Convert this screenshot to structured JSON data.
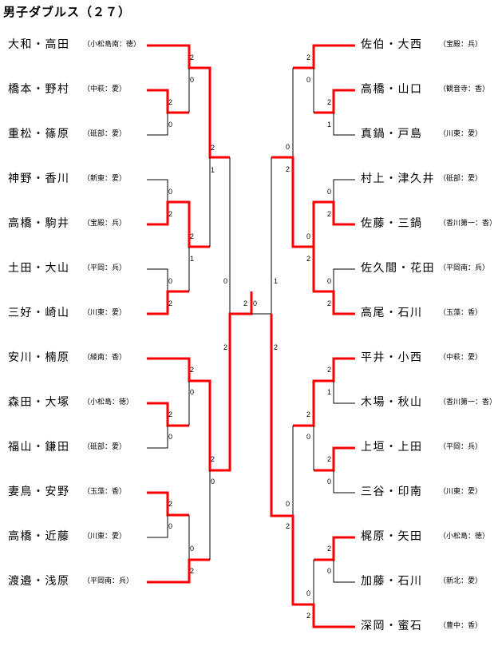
{
  "title": "男子ダブルス（２７）",
  "colors": {
    "winner_line": "#ff0000",
    "line": "#000000"
  },
  "left": [
    {
      "pair": "大和・高田",
      "school": "（小松島南：徳）"
    },
    {
      "pair": "橋本・野村",
      "school": "（中萩：愛）"
    },
    {
      "pair": "重松・篠原",
      "school": "（砥部：愛）"
    },
    {
      "pair": "神野・香川",
      "school": "（新東：愛）"
    },
    {
      "pair": "高橋・駒井",
      "school": "（宝殿：兵）"
    },
    {
      "pair": "土田・大山",
      "school": "（平岡：兵）"
    },
    {
      "pair": "三好・崎山",
      "school": "（川東：愛）"
    },
    {
      "pair": "安川・楠原",
      "school": "（綾南：香）"
    },
    {
      "pair": "森田・大塚",
      "school": "（小松島：徳）"
    },
    {
      "pair": "福山・鎌田",
      "school": "（砥部：愛）"
    },
    {
      "pair": "妻鳥・安野",
      "school": "（玉藻：香）"
    },
    {
      "pair": "高橋・近藤",
      "school": "（川東：愛）"
    },
    {
      "pair": "渡邉・浅原",
      "school": "（平岡南：兵）"
    }
  ],
  "right": [
    {
      "pair": "佐伯・大西",
      "school": "（宝殿：兵）"
    },
    {
      "pair": "高橋・山口",
      "school": "（観音寺：香）"
    },
    {
      "pair": "真鍋・戸島",
      "school": "（川東：愛）"
    },
    {
      "pair": "村上・津久井",
      "school": "（砥部：愛）"
    },
    {
      "pair": "佐藤・三鍋",
      "school": "（香川第一：香）"
    },
    {
      "pair": "佐久間・花田",
      "school": "（平岡南：兵）"
    },
    {
      "pair": "高尾・石川",
      "school": "（玉藻：香）"
    },
    {
      "pair": "平井・小西",
      "school": "（中萩：愛）"
    },
    {
      "pair": "木場・秋山",
      "school": "（香川第一：香）"
    },
    {
      "pair": "上垣・上田",
      "school": "（平岡：兵）"
    },
    {
      "pair": "三谷・印南",
      "school": "（川東：愛）"
    },
    {
      "pair": "梶原・矢田",
      "school": "（小松島：徳）"
    },
    {
      "pair": "加藤・石川",
      "school": "（新北：愛）"
    },
    {
      "pair": "深岡・蜜石",
      "school": "（豊中：香）"
    }
  ],
  "scores": {
    "left": [
      "2",
      "0",
      "2",
      "0",
      "2",
      "1",
      "0",
      "2",
      "2",
      "1",
      "0",
      "2",
      "0",
      "2",
      "2",
      "0",
      "2",
      "0",
      "2",
      "0",
      "2",
      "0",
      "0",
      "2"
    ],
    "right": [
      "2",
      "0",
      "2",
      "1",
      "0",
      "2",
      "0",
      "2",
      "0",
      "2",
      "0",
      "2",
      "1",
      "2",
      "2",
      "1",
      "2",
      "0",
      "2",
      "0",
      "0",
      "2",
      "2",
      "0",
      "0",
      "2"
    ],
    "final": [
      "2",
      "0"
    ]
  }
}
